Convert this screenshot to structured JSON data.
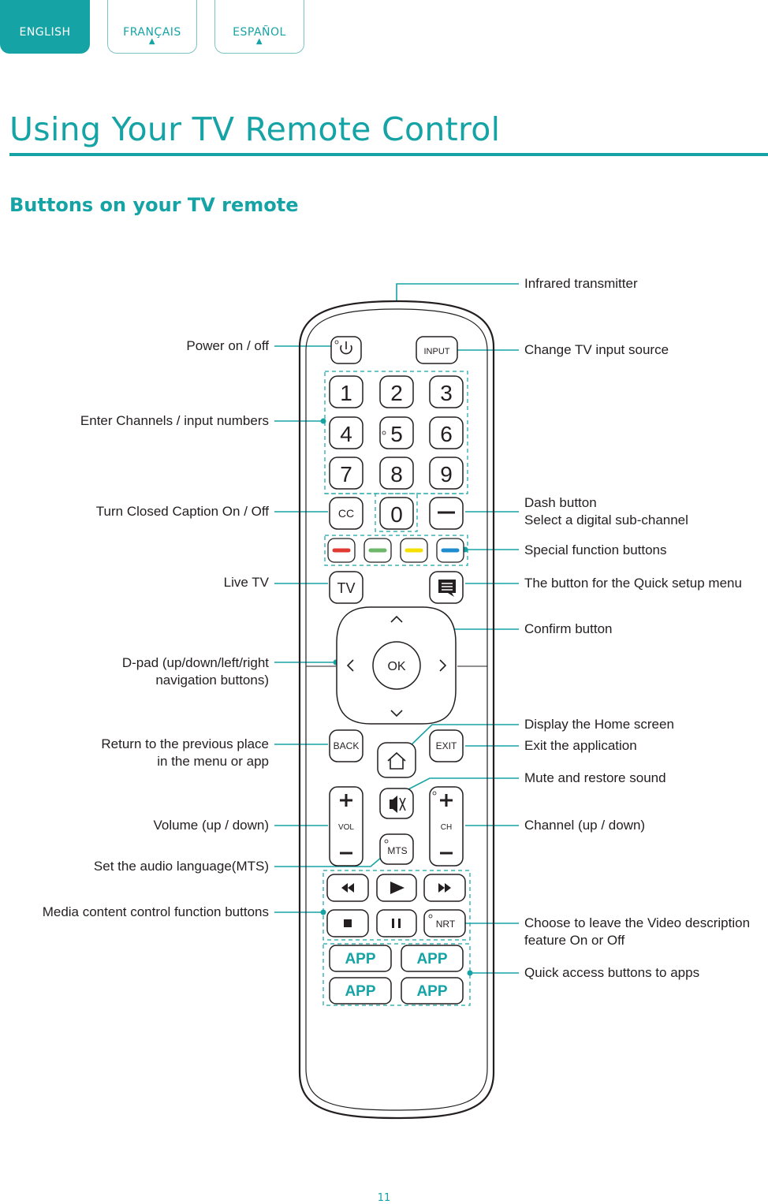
{
  "tabs": [
    {
      "label": "ENGLISH",
      "active": true
    },
    {
      "label": "FRANÇAIS",
      "active": false
    },
    {
      "label": "ESPAÑOL",
      "active": false
    }
  ],
  "page": {
    "title": "Using Your TV Remote Control",
    "subtitle": "Buttons on your TV remote",
    "page_number": "11"
  },
  "labels": {
    "infrared": "Infrared transmitter",
    "power": "Power on / off",
    "input": "Change TV input source",
    "numbers": "Enter Channels / input numbers",
    "cc": "Turn Closed Caption On / Off",
    "dash_1": "Dash button",
    "dash_2": "Select a digital sub-channel",
    "special": "Special function buttons",
    "live_tv": "Live TV",
    "quick_setup": "The button for the Quick setup menu",
    "confirm": "Confirm button",
    "dpad_1": "D-pad (up/down/left/right",
    "dpad_2": "navigation buttons)",
    "home": "Display the Home screen",
    "exit": "Exit the application",
    "back_1": "Return to the previous place",
    "back_2": "in the menu or app",
    "mute": "Mute and restore sound",
    "volume": "Volume (up / down)",
    "channel": "Channel (up / down)",
    "mts": "Set the audio language(MTS)",
    "media": "Media content control function buttons",
    "nrt_1": "Choose to leave the Video description",
    "nrt_2": "feature On or Off",
    "apps": "Quick access buttons to apps"
  },
  "remote": {
    "input": "INPUT",
    "digits": [
      "1",
      "2",
      "3",
      "4",
      "5",
      "6",
      "7",
      "8",
      "9",
      "0"
    ],
    "cc": "CC",
    "tv": "TV",
    "ok": "OK",
    "back": "BACK",
    "exit": "EXIT",
    "vol": "VOL",
    "ch": "CH",
    "mts": "MTS",
    "nrt": "NRT",
    "app": "APP",
    "color_buttons": [
      "#e03a33",
      "#6cb868",
      "#f5e000",
      "#1f8ccf"
    ]
  },
  "colors": {
    "accent": "#16a3a5",
    "text": "#231f20"
  }
}
